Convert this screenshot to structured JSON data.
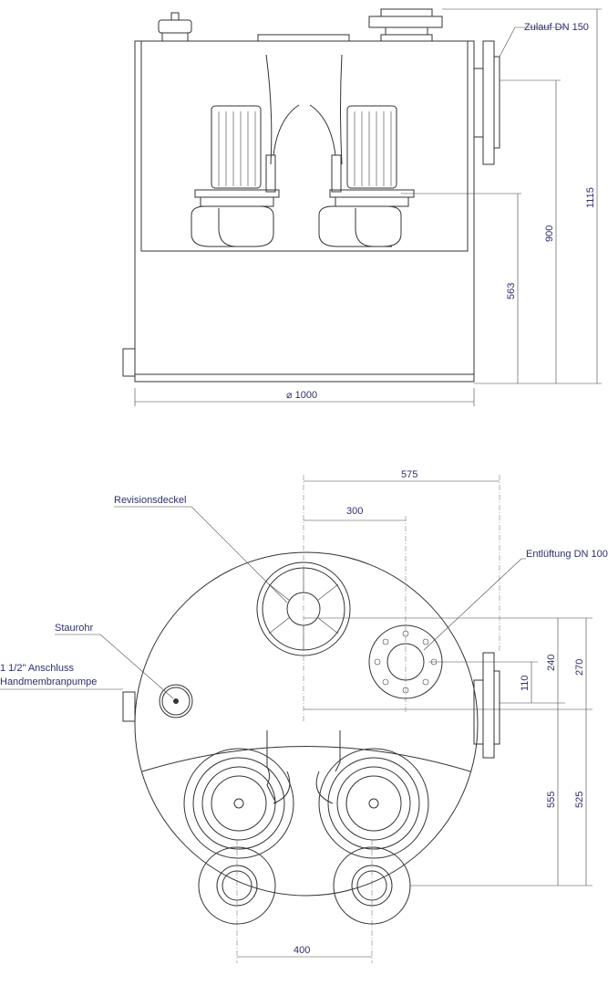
{
  "side_view": {
    "label_inlet": "Zulauf DN 150",
    "dim_total_height": "1115",
    "dim_inlet_height": "900",
    "dim_pump_height": "563",
    "dim_diameter": "⌀ 1000"
  },
  "top_view": {
    "label_cover": "Revisionsdeckel",
    "label_vent": "Entlüftung DN 100",
    "label_pitot": "Staurohr",
    "label_connection_line1": "1 1/2\" Anschluss",
    "label_connection_line2": "Handmembranpumpe",
    "dim_575": "575",
    "dim_300": "300",
    "dim_240": "240",
    "dim_270": "270",
    "dim_110": "110",
    "dim_555": "555",
    "dim_525": "525",
    "dim_400": "400"
  },
  "colors": {
    "text": "#2e2e6e",
    "line": "#333333"
  }
}
